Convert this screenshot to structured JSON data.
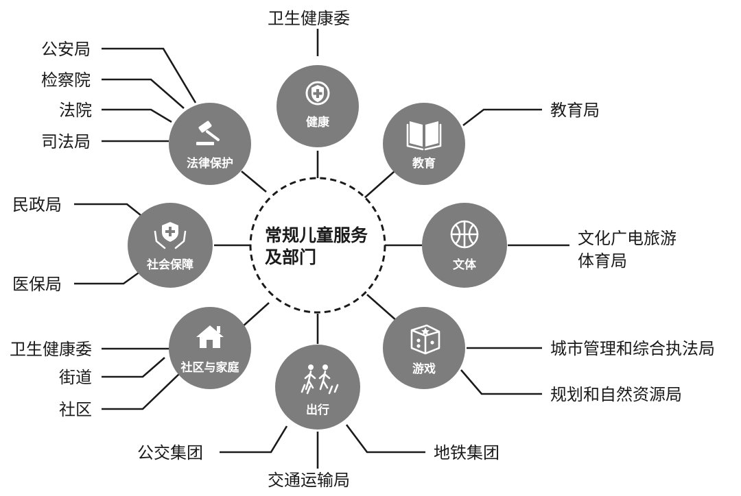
{
  "hub": {
    "line1": "常规儿童服务",
    "line2": "及部门"
  },
  "nodes": {
    "health": {
      "label": "健康",
      "icon": "health-shield-icon"
    },
    "edu": {
      "label": "教育",
      "icon": "open-book-icon"
    },
    "culture": {
      "label": "文体",
      "icon": "basketball-icon"
    },
    "game": {
      "label": "游戏",
      "icon": "dice-icon"
    },
    "travel": {
      "label": "出行",
      "icon": "pedestrians-icon"
    },
    "community": {
      "label": "社区与家庭",
      "icon": "house-icon"
    },
    "social": {
      "label": "社会保障",
      "icon": "hands-shield-icon"
    },
    "law": {
      "label": "法律保护",
      "icon": "gavel-icon"
    }
  },
  "departments": {
    "health": [
      "卫生健康委"
    ],
    "edu": [
      "教育局"
    ],
    "culture": [
      "文化广电旅游",
      "体育局"
    ],
    "game": [
      "城市管理和综合执法局",
      "规划和自然资源局"
    ],
    "travel": [
      "公交集团",
      "交通运输局",
      "地铁集团"
    ],
    "community": [
      "卫生健康委",
      "街道",
      "社区"
    ],
    "social": [
      "民政局",
      "医保局"
    ],
    "law": [
      "公安局",
      "检察院",
      "法院",
      "司法局"
    ]
  },
  "colors": {
    "node": "#7d7d7d",
    "line": "#1a1a1a",
    "background": "#ffffff"
  }
}
